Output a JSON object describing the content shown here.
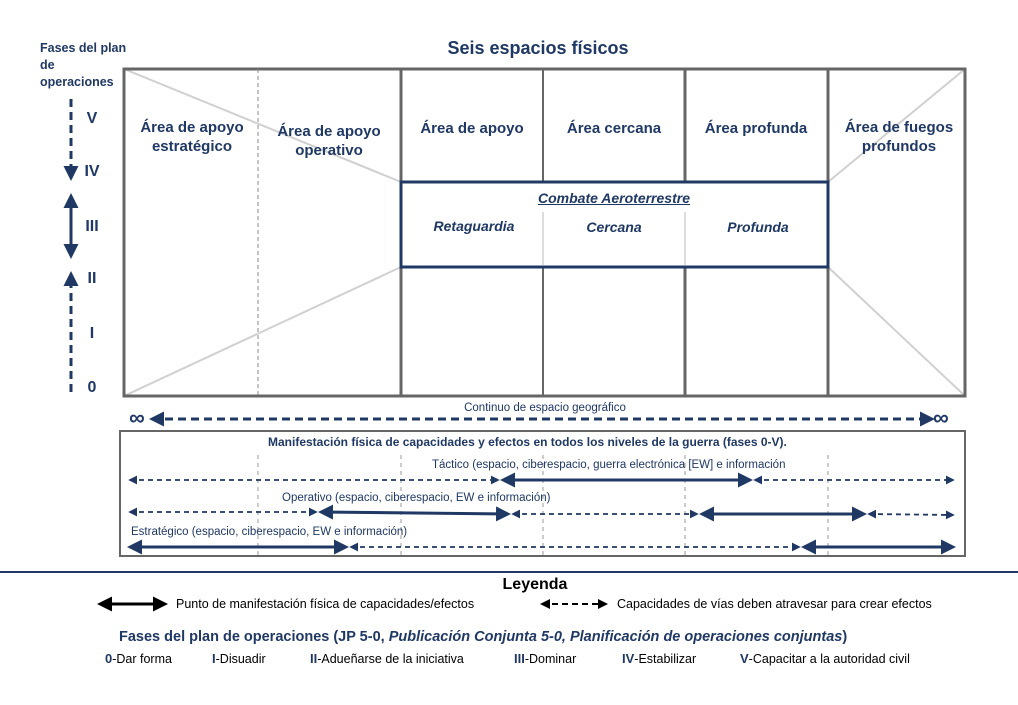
{
  "side_title": "Fases del plan de operaciones",
  "main_title": "Seis espacios físicos",
  "phase_numbers": [
    "V",
    "IV",
    "III",
    "II",
    "I",
    "0"
  ],
  "areas": [
    "Área de apoyo estratégico",
    "Área de apoyo operativo",
    "Área de apoyo",
    "Área cercana",
    "Área profunda",
    "Área de fuegos profundos"
  ],
  "combat": {
    "title": "Combate Aeroterrestre",
    "zones": [
      "Retaguardia",
      "Cercana",
      "Profunda"
    ]
  },
  "continuum": {
    "label": "Continuo de espacio geográfico",
    "left_symbol": "∞",
    "right_symbol": "∞"
  },
  "manifestation": {
    "title": "Manifestación física de capacidades y efectos en todos los niveles de la guerra (fases 0-V).",
    "levels": [
      "Táctico (espacio, ciberespacio, guerra electrónica [EW] e información",
      "Operativo (espacio, ciberespacio, EW e información)",
      "Estratégico (espacio, ciberespacio, EW e información)"
    ]
  },
  "legend": {
    "title": "Leyenda",
    "solid_desc": "Punto de manifestación física de capacidades/efectos",
    "dashed_desc": "Capacidades de vías deben atravesar para crear efectos"
  },
  "phases_title_pre": "Fases del plan de operaciones (JP 5-0, ",
  "phases_title_italic": "Publicación Conjunta 5-0, Planificación de operaciones conjuntas",
  "phases_title_post": ")",
  "phases": [
    {
      "code": "0",
      "label": "-Dar forma"
    },
    {
      "code": "I",
      "label": "-Disuadir"
    },
    {
      "code": "II",
      "label": "-Adueñarse de la iniciativa"
    },
    {
      "code": "III",
      "label": "-Dominar"
    },
    {
      "code": "IV",
      "label": "-Estabilizar"
    },
    {
      "code": "V",
      "label": "-Capacitar a la autoridad civil"
    }
  ],
  "colors": {
    "navy": "#1f3864",
    "box_gray": "#666666",
    "diag_gray": "#d0d0d0"
  }
}
